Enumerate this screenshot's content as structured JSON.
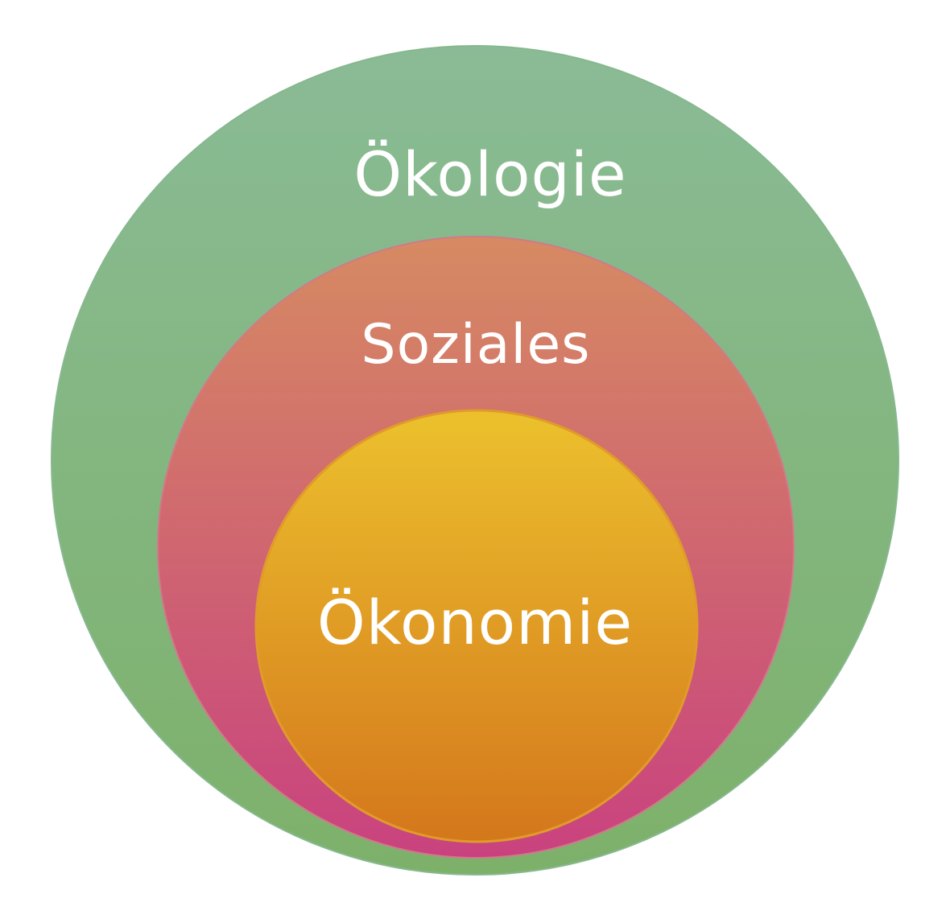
{
  "diagram": {
    "rings": {
      "outer": {
        "label": "Ökologie",
        "color_top": "#8abb96",
        "color_bottom": "#7db16a"
      },
      "middle": {
        "label": "Soziales",
        "color_top": "#d68a62",
        "color_bottom": "#c9427f"
      },
      "inner": {
        "label": "Ökonomie",
        "color_top": "#ecc12d",
        "color_bottom": "#d4771c"
      }
    },
    "text_color": "#ffffff"
  }
}
